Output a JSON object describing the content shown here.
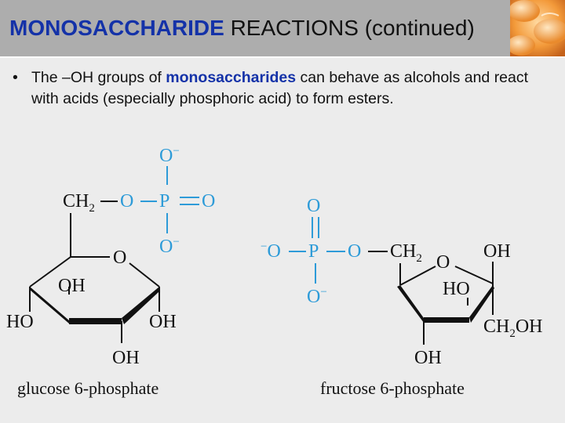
{
  "title": {
    "keyword": "MONOSACCHARIDE",
    "rest": "REACTIONS (continued)"
  },
  "bullet": {
    "marker": "•",
    "text_before": "The –OH groups of ",
    "keyword": "monosaccharides",
    "text_after": " can behave as alcohols and react with acids (especially phosphoric acid) to form esters."
  },
  "glucose": {
    "caption": "glucose 6-phosphate",
    "phosphate_top": "O",
    "phosphate_bottom": "O",
    "phosphate_right": "O",
    "charge": "−",
    "ch2": "CH",
    "ch2_sub": "2",
    "bridge_o": "O",
    "p": "P",
    "ring_o": "O",
    "oh_upper": "OH",
    "ho_left": "HO",
    "oh_right": "OH",
    "oh_bottom": "OH"
  },
  "fructose": {
    "caption": "fructose 6-phosphate",
    "phosphate_top": "O",
    "phosphate_left": "O",
    "phosphate_bottom": "O",
    "charge": "−",
    "bridge_o": "O",
    "p": "P",
    "ch2": "CH",
    "ch2_sub": "2",
    "ring_o": "O",
    "oh_top_right": "OH",
    "ho_inner": "HO",
    "ch2oh_c": "CH",
    "ch2oh_sub": "2",
    "ch2oh_oh": "OH",
    "oh_bottom": "OH"
  },
  "colors": {
    "title_bar": "#adadad",
    "keyword_blue": "#1432a8",
    "phosphate_blue": "#2d9bd8",
    "text": "#111111"
  }
}
